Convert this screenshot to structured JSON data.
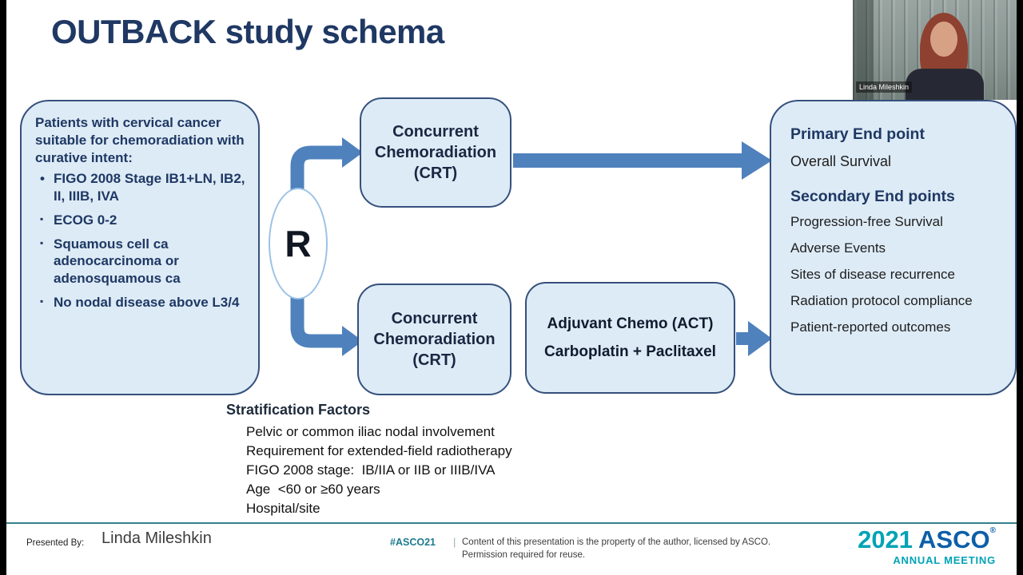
{
  "title": "OUTBACK study schema",
  "webcam": {
    "label": "Linda Mileshkin"
  },
  "diagram": {
    "eligibility": {
      "intro": "Patients with cervical cancer suitable for chemoradiation with curative intent:",
      "bullets": [
        "FIGO 2008 Stage IB1+LN, IB2, II, IIIB, IVA",
        "ECOG 0-2",
        "Squamous cell ca adenocarcinoma or adenosquamous ca",
        "No nodal disease above L3/4"
      ]
    },
    "randomization_label": "R",
    "arm_top": "Concurrent Chemoradiation (CRT)",
    "arm_bottom": "Concurrent Chemoradiation (CRT)",
    "adjuvant": {
      "line1": "Adjuvant Chemo (ACT)",
      "line2": "Carboplatin + Paclitaxel"
    },
    "endpoints": {
      "primary_header": "Primary End point",
      "primary_items": [
        "Overall Survival"
      ],
      "secondary_header": "Secondary End points",
      "secondary_items": [
        "Progression-free Survival",
        "Adverse Events",
        "Sites of disease recurrence",
        "Radiation protocol compliance",
        "Patient-reported outcomes"
      ]
    },
    "stratification": {
      "header": "Stratification Factors",
      "items": [
        "Pelvic or common iliac nodal involvement",
        "Requirement for extended-field radiotherapy",
        "FIGO 2008 stage:  IB/IIA or IIB or IIIB/IVA",
        "Age  <60 or ≥60 years",
        "Hospital/site"
      ]
    }
  },
  "footer": {
    "presented_by_label": "Presented By:",
    "presenter": "Linda Mileshkin",
    "hashtag": "#ASCO21",
    "separator": "|",
    "disclaimer_line1": "Content of this presentation is the property of the author, licensed by ASCO.",
    "disclaimer_line2": "Permission required for reuse.",
    "logo_year": "2021",
    "logo_org": "ASCO",
    "logo_reg": "®",
    "logo_sub": "ANNUAL MEETING"
  },
  "colors": {
    "title_navy": "#1F3864",
    "box_fill": "#DDEBF6",
    "box_border": "#35507C",
    "arrow_blue": "#4F81BD",
    "asco_teal": "#00A3B5",
    "asco_blue": "#0C5FA8"
  }
}
